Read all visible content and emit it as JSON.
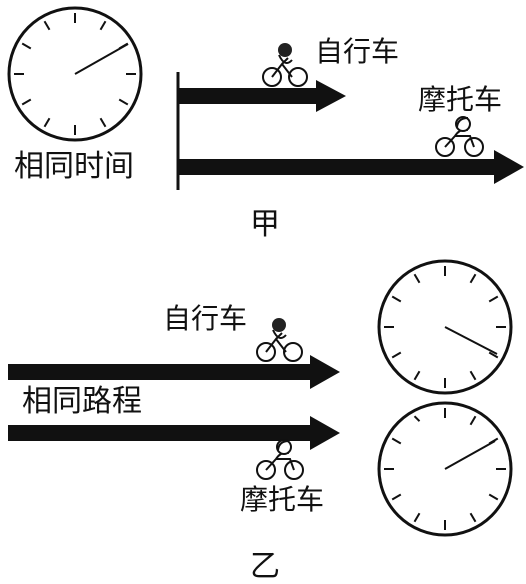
{
  "panel_jia": {
    "clock_caption": "相同时间",
    "bicycle_label": "自行车",
    "motorcycle_label": "摩托车",
    "panel_label": "甲"
  },
  "panel_yi": {
    "bicycle_label": "自行车",
    "distance_caption": "相同路程",
    "motorcycle_label": "摩托车",
    "panel_label": "乙"
  }
}
